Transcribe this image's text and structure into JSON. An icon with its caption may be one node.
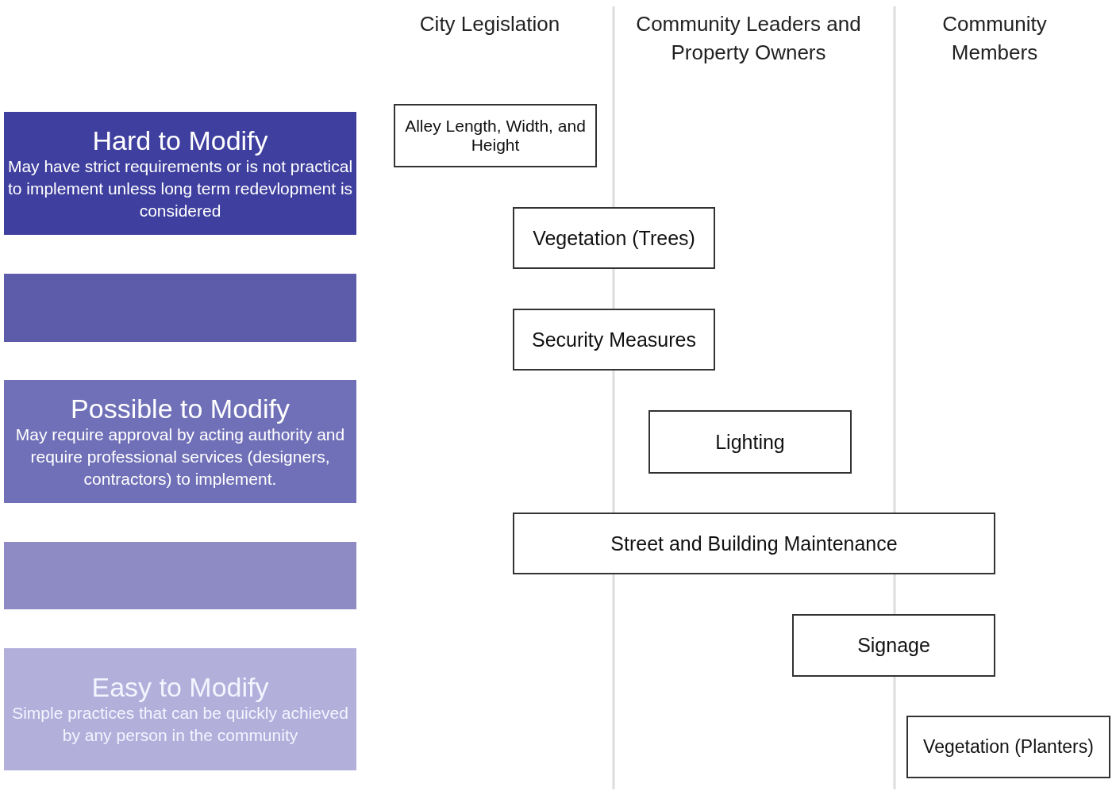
{
  "diagram": {
    "nodes": [
      {
        "text": [
          "Hard to Modify",
          "May have strict requirements or is not practical to implement unless long term redevlopment is considered"
        ]
      },
      {
        "text": [],
        "shape": "box"
      },
      {
        "text": [
          "Possible to Modify",
          "May require approval by acting authority and require professional services (designers, contractors) to implement."
        ]
      },
      {
        "text": [],
        "shape": "box"
      },
      {
        "text": [
          "Easy to Modify",
          "Simple practices that can be quickly achieved by any person in the community"
        ]
      },
      {
        "text": [
          "Alley Length, Width, and Height"
        ]
      },
      {
        "text": [
          "Vegetation (Trees)"
        ]
      },
      {
        "text": [
          "Security Measures"
        ]
      },
      {
        "text": [
          "Lighting"
        ]
      },
      {
        "text": [
          "Street and Building Maintenance"
        ]
      },
      {
        "text": [
          "Signage"
        ]
      },
      {
        "text": [
          "Vegetation (Planters)"
        ]
      }
    ],
    "labels": [
      "City Legislation",
      "Community Leaders and Property Owners",
      "Community Members"
    ]
  }
}
